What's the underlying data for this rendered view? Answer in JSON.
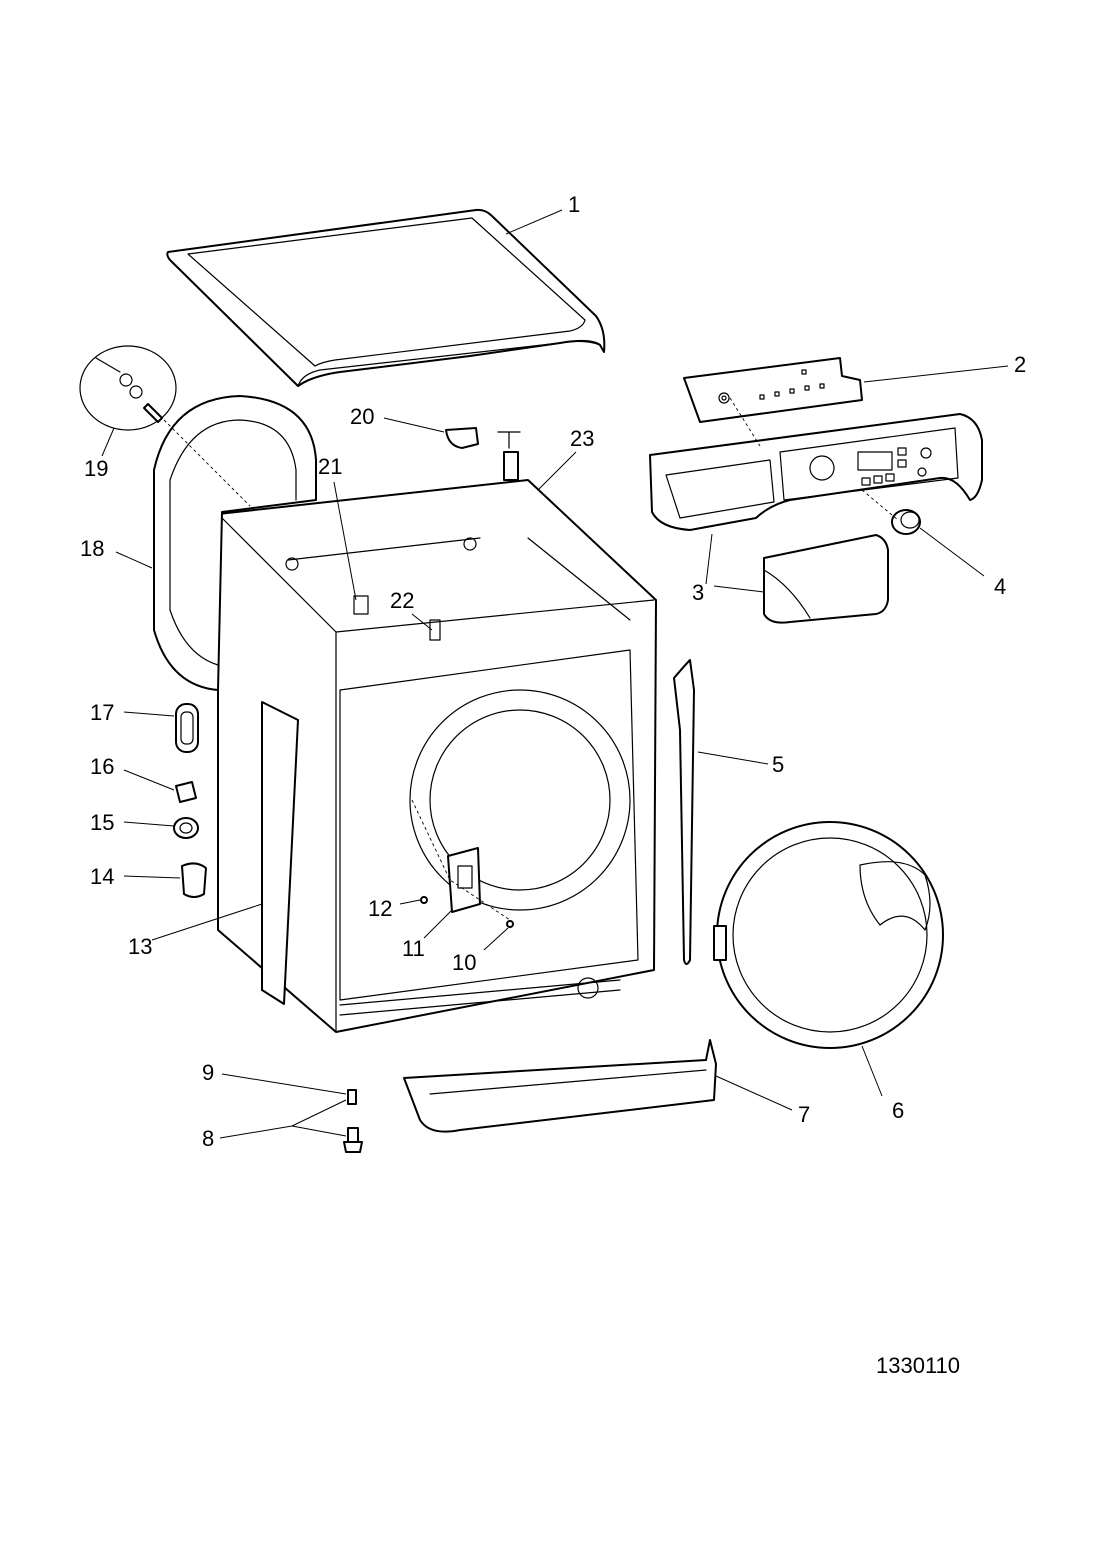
{
  "diagram": {
    "reference_number": "1330110",
    "callouts": [
      "1",
      "2",
      "3",
      "4",
      "5",
      "6",
      "7",
      "8",
      "9",
      "10",
      "11",
      "12",
      "13",
      "14",
      "15",
      "16",
      "17",
      "18",
      "19",
      "20",
      "21",
      "22",
      "23"
    ]
  }
}
